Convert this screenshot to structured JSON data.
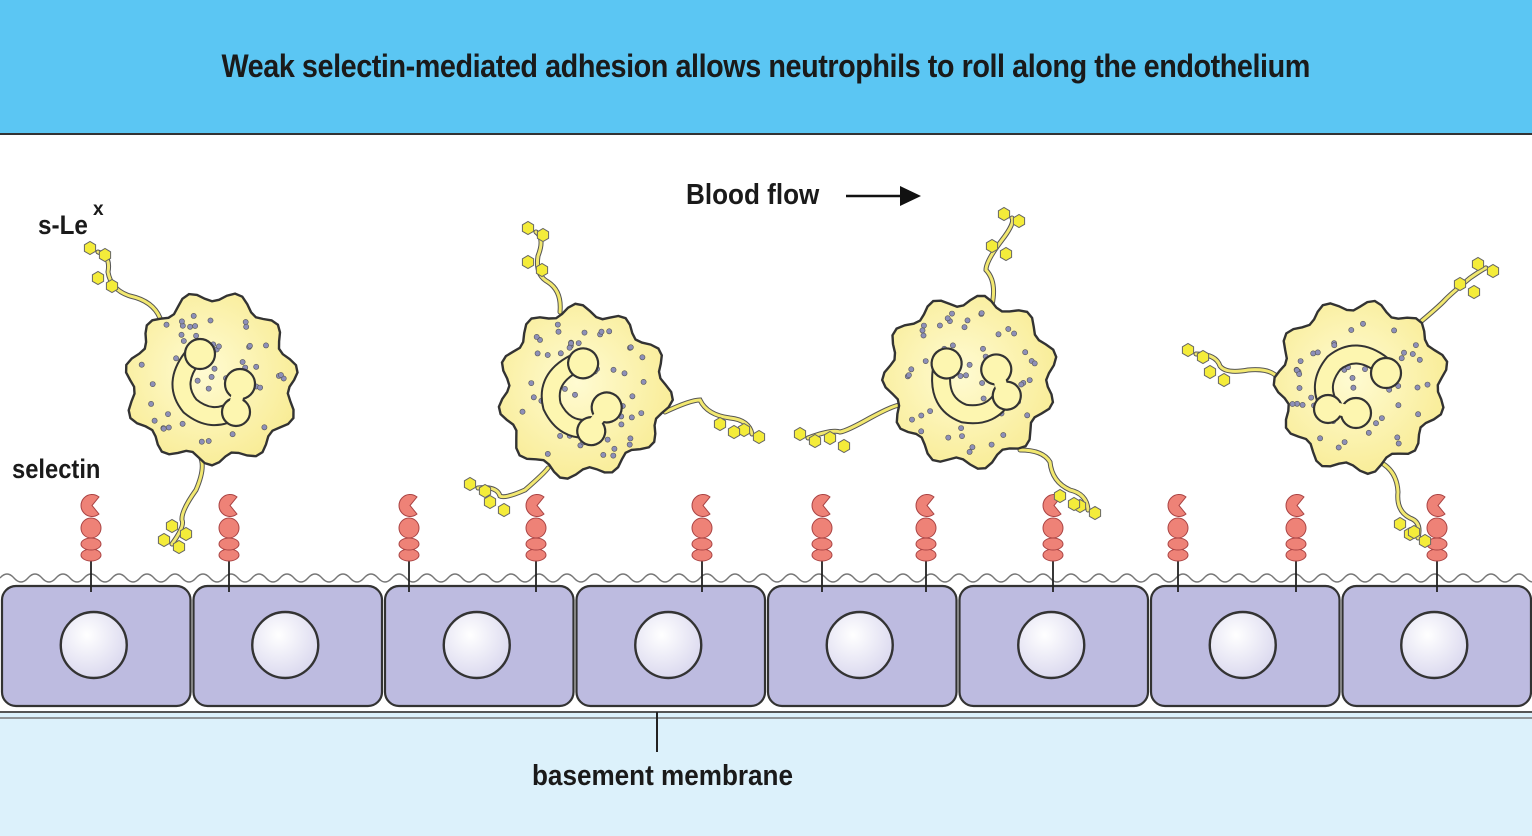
{
  "title": "Weak selectin-mediated adhesion allows neutrophils to roll along the endothelium",
  "labels": {
    "slex_main": "s-Le",
    "slex_sup": "x",
    "selectin": "selectin",
    "blood_flow": "Blood flow",
    "basement_membrane": "basement membrane"
  },
  "colors": {
    "header": "#5bc6f3",
    "neutrophil": "#fbf0a0",
    "granule": "#8d8fb8",
    "selectin": "#ee8277",
    "endothelial_cell": "#bdbbe0",
    "nucleus": "#eeedf8",
    "sugar": "#f4ec3a",
    "basement": "#dcf1fb"
  }
}
